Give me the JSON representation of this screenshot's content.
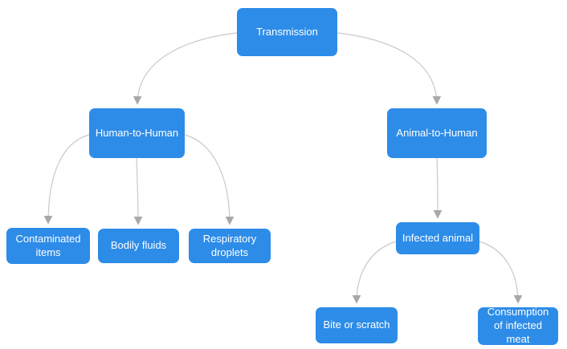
{
  "colors": {
    "background": "#ffffff",
    "node_fill": "#2d8ce8",
    "node_text": "#ffffff",
    "edge_line": "#c9c9c9",
    "edge_arrow": "#a8a8a8"
  },
  "nodes": {
    "transmission": {
      "label": "Transmission"
    },
    "human_to_human": {
      "label": "Human-to-Human"
    },
    "animal_to_human": {
      "label": "Animal-to-Human"
    },
    "contaminated_items": {
      "label": "Contaminated items"
    },
    "bodily_fluids": {
      "label": "Bodily fluids"
    },
    "respiratory_droplets": {
      "label": "Respiratory droplets"
    },
    "infected_animal": {
      "label": "Infected animal"
    },
    "bite_or_scratch": {
      "label": "Bite or scratch"
    },
    "consumption_meat": {
      "label": "Consumption of infected meat"
    }
  },
  "edges": [
    {
      "from": "Transmission",
      "to": "Human-to-Human"
    },
    {
      "from": "Transmission",
      "to": "Animal-to-Human"
    },
    {
      "from": "Human-to-Human",
      "to": "Contaminated items"
    },
    {
      "from": "Human-to-Human",
      "to": "Bodily fluids"
    },
    {
      "from": "Human-to-Human",
      "to": "Respiratory droplets"
    },
    {
      "from": "Animal-to-Human",
      "to": "Infected animal"
    },
    {
      "from": "Infected animal",
      "to": "Bite or scratch"
    },
    {
      "from": "Infected animal",
      "to": "Consumption of infected meat"
    }
  ]
}
